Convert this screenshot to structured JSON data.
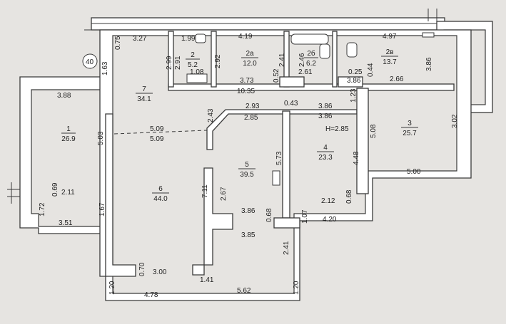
{
  "building_number": "40",
  "rooms": [
    {
      "id": "1",
      "name": "1",
      "area": "26.9"
    },
    {
      "id": "2",
      "name": "2",
      "area": "5.2"
    },
    {
      "id": "2a",
      "name": "2a",
      "area": "12.0"
    },
    {
      "id": "2b",
      "name": "2б",
      "area": "6.2"
    },
    {
      "id": "2v",
      "name": "2в",
      "area": "13.7"
    },
    {
      "id": "3",
      "name": "3",
      "area": "25.7"
    },
    {
      "id": "4",
      "name": "4",
      "area": "23.3"
    },
    {
      "id": "5",
      "name": "5",
      "area": "39.5"
    },
    {
      "id": "6",
      "name": "6",
      "area": "44.0"
    },
    {
      "id": "7",
      "name": "7",
      "area": "34.1"
    }
  ],
  "ceiling_height": "H=2.85",
  "dimensions": {
    "d327": "3.27",
    "d075": "0.75",
    "d163": "1.63",
    "d199": "1.99",
    "d419": "4.19",
    "d497": "4.97",
    "d299": "2.99",
    "d291": "2.91",
    "d292": "2.92",
    "d108": "1.08",
    "d241": "2.41",
    "d246": "2.46",
    "d261": "2.61",
    "d044": "0.44",
    "d386a": "3.86",
    "d373": "3.73",
    "d052": "0.52",
    "d1035": "10.35",
    "d025": "0.25",
    "d266": "2.66",
    "d388": "3.88",
    "d243": "2.43",
    "d293": "2.93",
    "d043": "0.43",
    "d386b": "3.86",
    "d123": "1.23",
    "d285": "2.85",
    "d386c": "3.86",
    "d503": "5.03",
    "d509a": "5.09",
    "d509b": "5.09",
    "d508": "5.08",
    "d302": "3.02",
    "d573": "5.73",
    "d448": "4.48",
    "d500": "5.00",
    "d069": "0.69",
    "d211": "2.11",
    "d711": "7.11",
    "d267": "2.67",
    "d212": "2.12",
    "d068a": "0.68",
    "d172": "1.72",
    "d167": "1.67",
    "d386d": "3.86",
    "d068b": "0.68",
    "d107": "1.07",
    "d420": "4.20",
    "d351": "3.51",
    "d385": "3.85",
    "d241b": "2.41",
    "d070": "0.70",
    "d300": "3.00",
    "d141": "1.41",
    "d120a": "1.20",
    "d478": "4.78",
    "d562": "5.62",
    "d120b": "1.20"
  }
}
